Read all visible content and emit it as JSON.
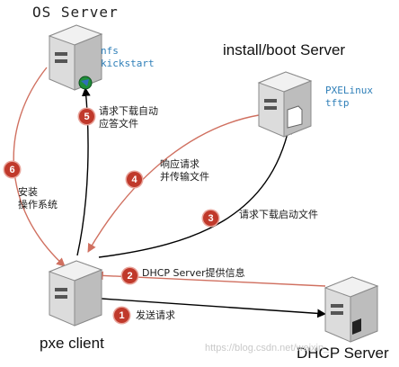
{
  "nodes": {
    "os_server": {
      "title": "OS Server",
      "services": [
        "nfs",
        "kickstart"
      ]
    },
    "boot_server": {
      "title": "install/boot Server",
      "services": [
        "PXELinux",
        "tftp"
      ]
    },
    "pxe_client": {
      "title": "pxe client"
    },
    "dhcp_server": {
      "title": "DHCP Server"
    }
  },
  "steps": [
    {
      "number": "1",
      "lines": [
        "发送请求"
      ]
    },
    {
      "number": "2",
      "lines": [
        "DHCP Server提供信息"
      ]
    },
    {
      "number": "3",
      "lines": [
        "请求下载启动文件"
      ]
    },
    {
      "number": "4",
      "lines": [
        "响应请求",
        "并传输文件"
      ]
    },
    {
      "number": "5",
      "lines": [
        "请求下载自动",
        "应答文件"
      ]
    },
    {
      "number": "6",
      "lines": [
        "安装",
        "操作系统"
      ]
    }
  ],
  "watermark": "https://blog.csdn.net/weixin_",
  "colors": {
    "request_arrow": "#000000",
    "response_arrow": "#d07060",
    "badge": "#c0392b",
    "service_text": "#2f7fb8"
  }
}
